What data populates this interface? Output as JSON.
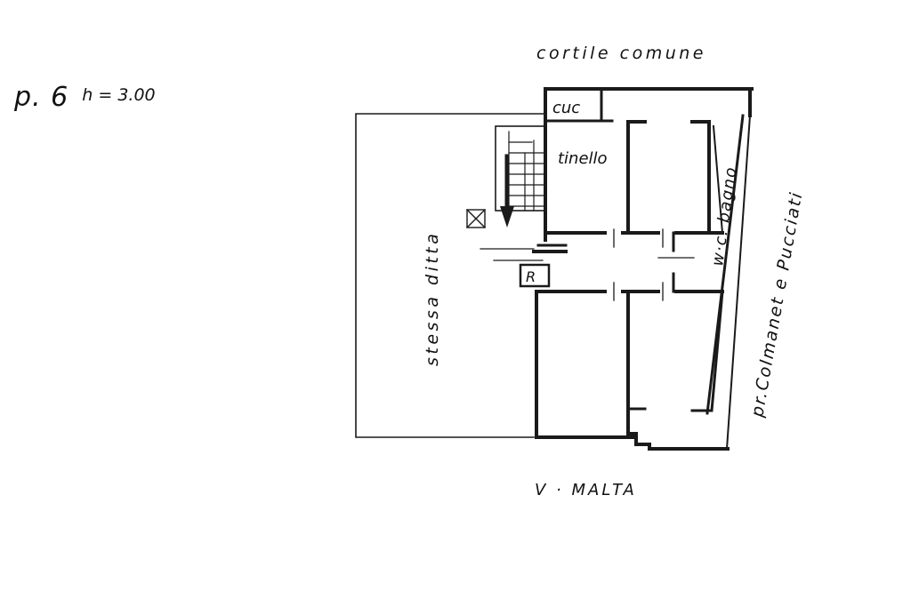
{
  "floor": {
    "number": "p. 6",
    "height": "h = 3.00"
  },
  "labels": {
    "north": "cortile comune",
    "south": "V · MALTA",
    "west": "stessa ditta",
    "east": "pr.Colmanet e Pucciati",
    "kitchen": "cuc",
    "dining": "tinello",
    "bath": "w·c. bagno",
    "riser": "R"
  }
}
